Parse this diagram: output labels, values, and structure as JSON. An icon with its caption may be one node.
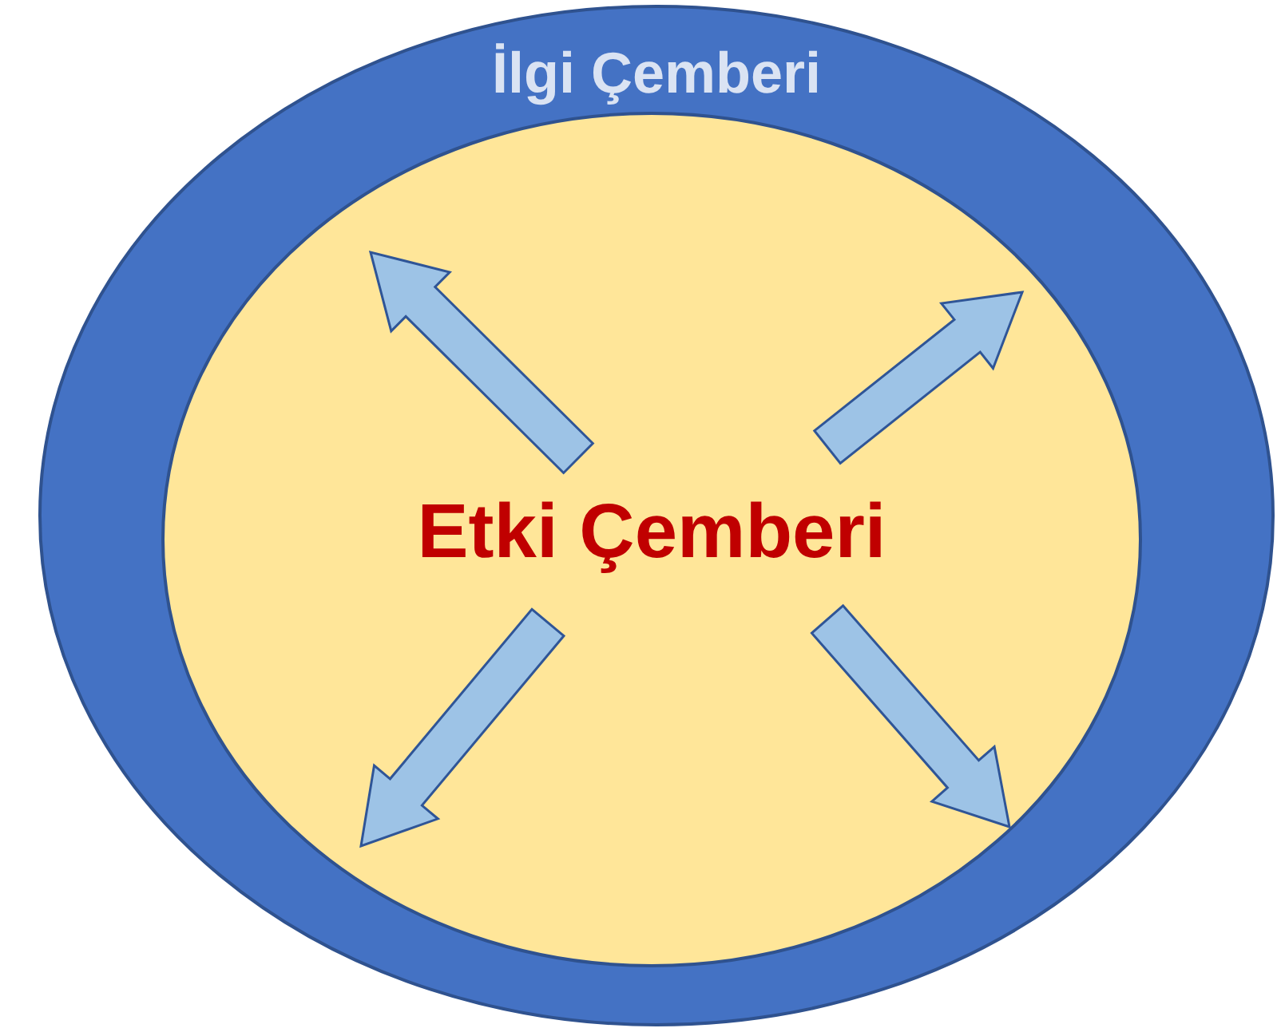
{
  "diagram": {
    "nodes": [
      {
        "text": [
          "İlgi Çemberi"
        ]
      },
      {
        "text": [
          "Etki Çemberi"
        ],
        "in": 0
      }
    ]
  }
}
